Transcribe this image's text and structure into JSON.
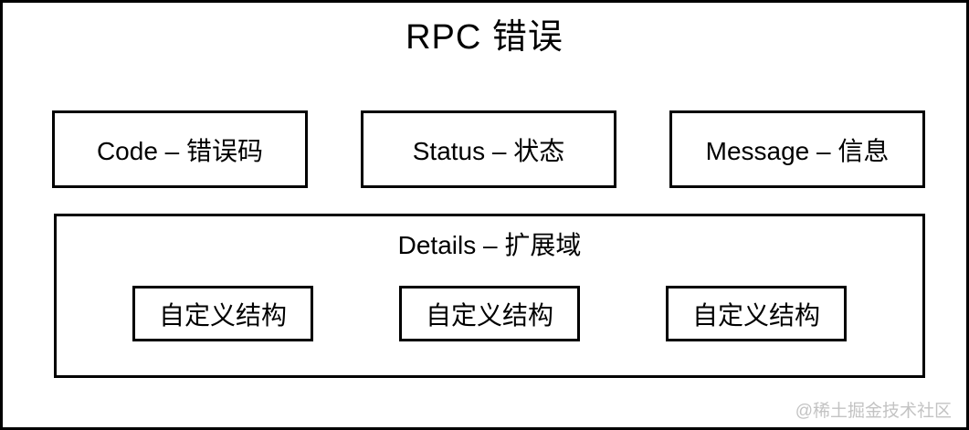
{
  "diagram": {
    "title": "RPC 错误",
    "fields": [
      {
        "label": "Code – 错误码"
      },
      {
        "label": "Status – 状态"
      },
      {
        "label": "Message – 信息"
      }
    ],
    "details": {
      "label": "Details – 扩展域",
      "items": [
        {
          "label": "自定义结构"
        },
        {
          "label": "自定义结构"
        },
        {
          "label": "自定义结构"
        }
      ]
    },
    "watermark": "@稀土掘金技术社区"
  },
  "colors": {
    "border": "#000000",
    "background": "#ffffff",
    "watermark_text": "#c3c3c3"
  }
}
